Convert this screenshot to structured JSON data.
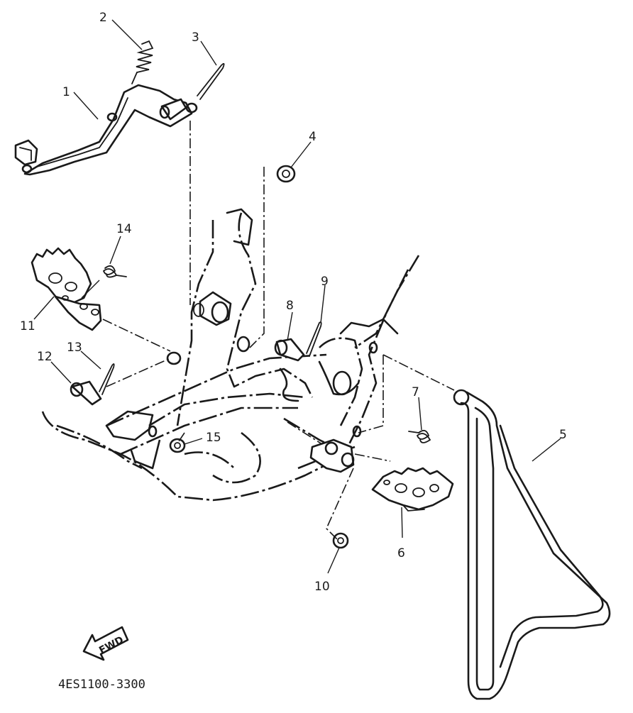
{
  "callouts": [
    "1",
    "2",
    "3",
    "4",
    "5",
    "6",
    "7",
    "8",
    "9",
    "10",
    "11",
    "12",
    "13",
    "14",
    "15"
  ],
  "direction_label": "FWD",
  "drawing_code": "4ES1100-3300",
  "colors": {
    "ink": "#1a1a1a",
    "paper": "#ffffff"
  }
}
